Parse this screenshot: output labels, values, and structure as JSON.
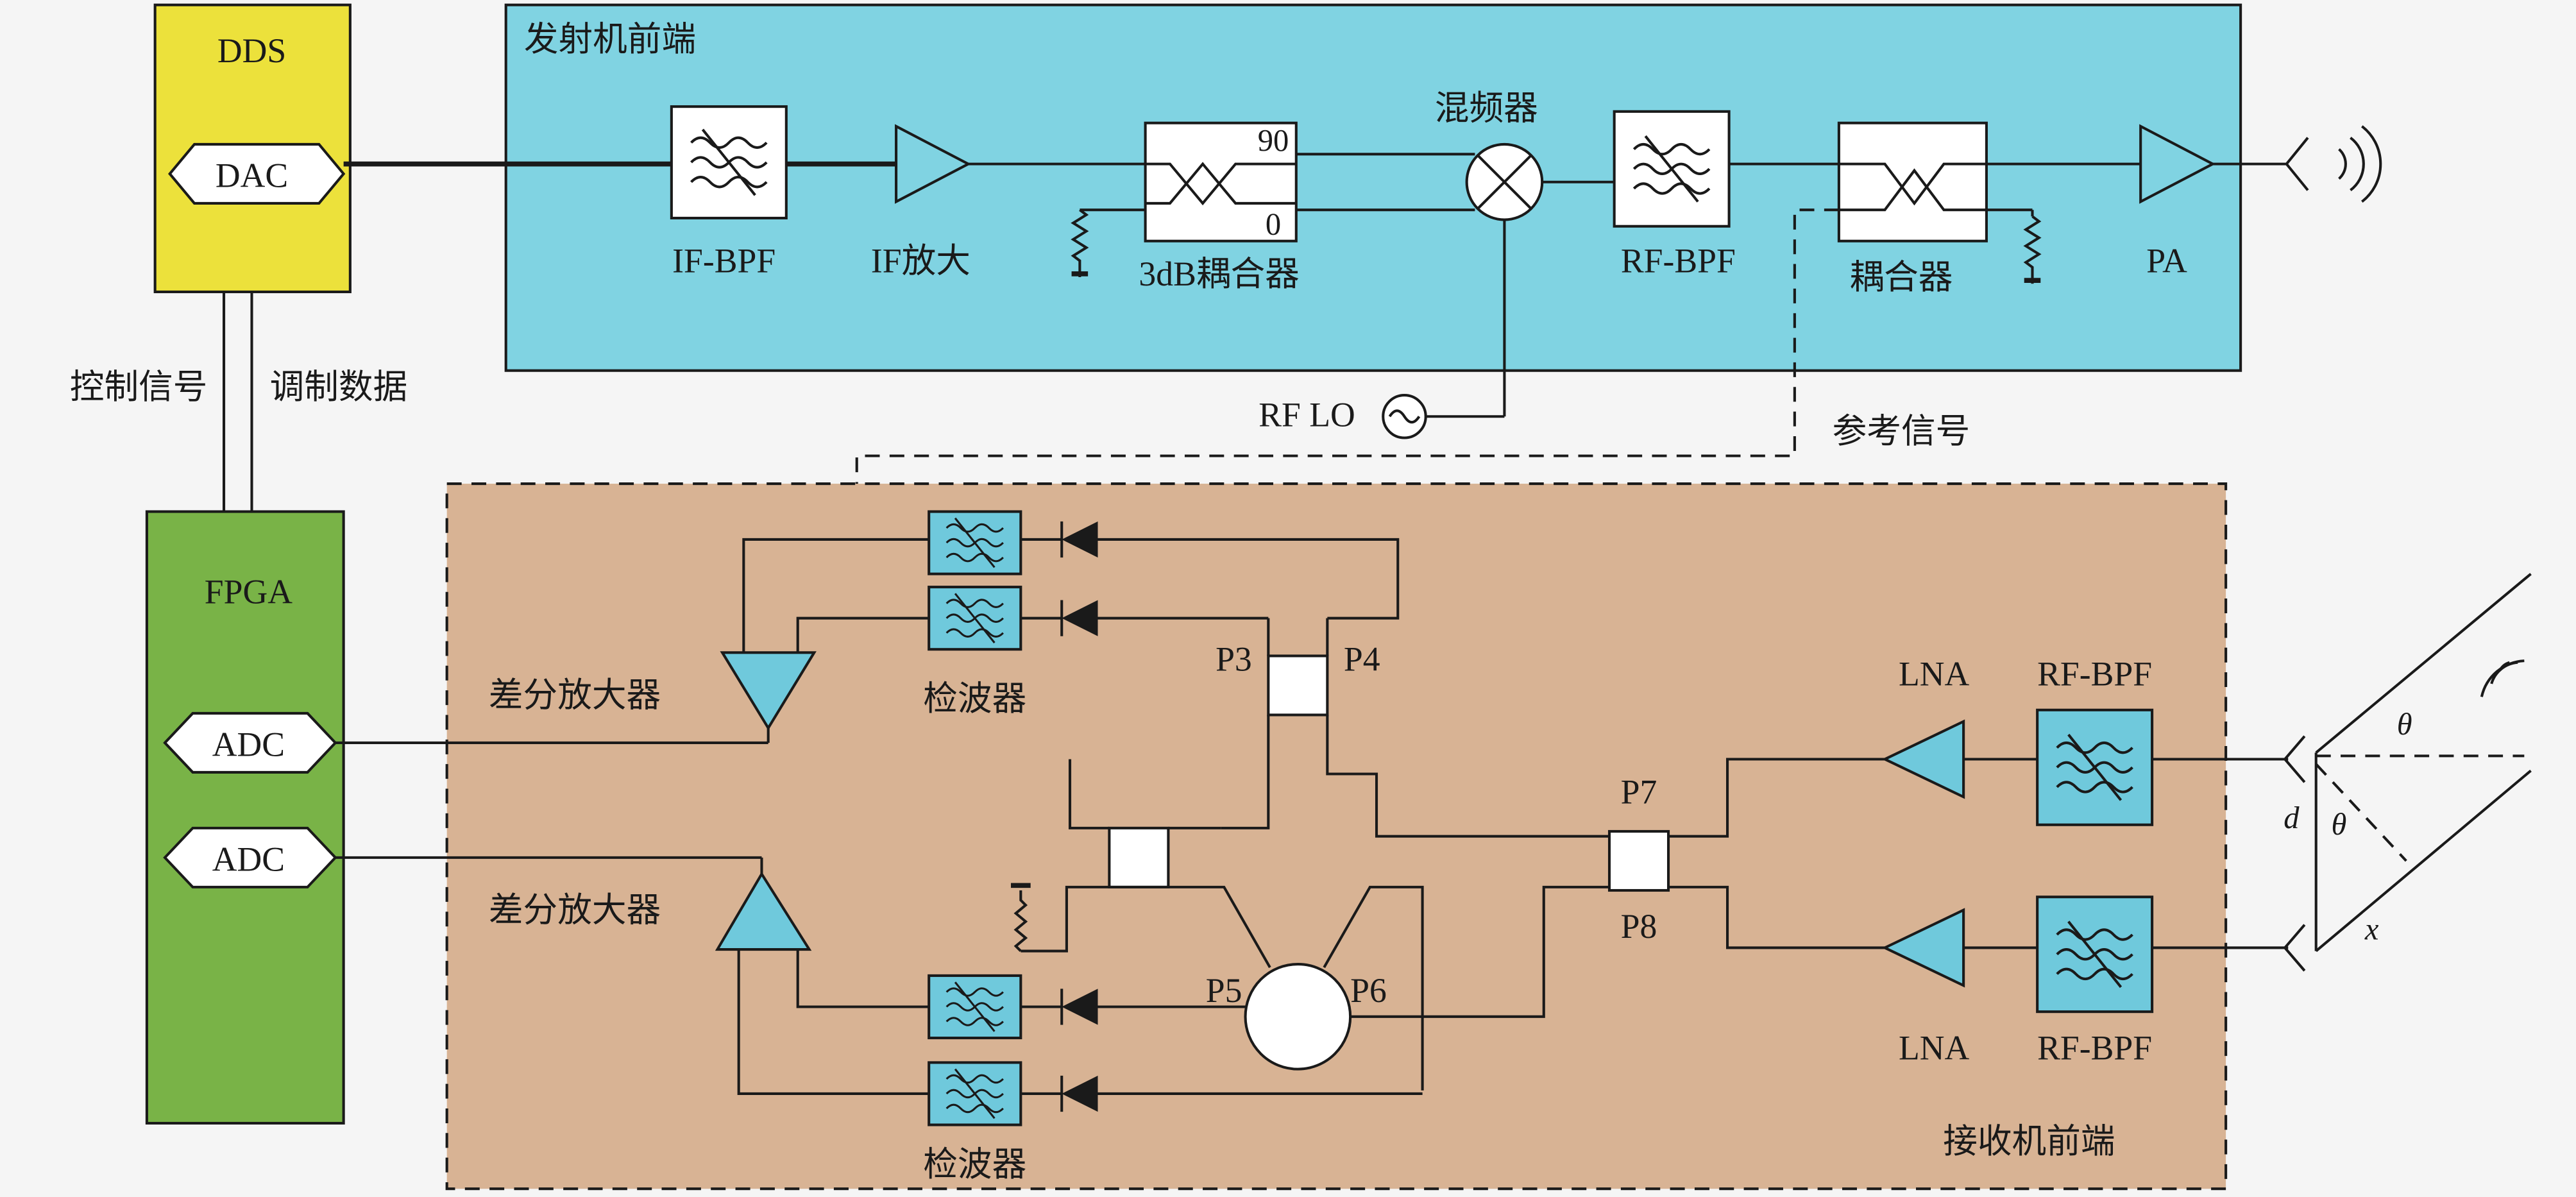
{
  "colors": {
    "background": "#f5f5f5",
    "dds": "#ece13b",
    "fpga": "#79b347",
    "transmitter": "#80d3e2",
    "receiver": "#d8b394",
    "filter": "#6fc9dc",
    "amplifier": "#6fc9dc",
    "white": "#ffffff"
  },
  "blocks": {
    "dds": "DDS",
    "dac": "DAC",
    "fpga": "FPGA",
    "adc1": "ADC",
    "adc2": "ADC",
    "transmitter_title": "发射机前端",
    "receiver_title": "接收机前端"
  },
  "transmitter": {
    "if_bpf": "IF-BPF",
    "if_amp": "IF放大",
    "coupler_3db": "3dB耦合器",
    "port_90": "90",
    "port_0": "0",
    "mixer": "混频器",
    "rf_bpf": "RF-BPF",
    "coupler": "耦合器",
    "pa": "PA"
  },
  "links": {
    "control_signal": "控制信号",
    "modulation_data": "调制数据",
    "rf_lo": "RF LO",
    "reference_signal": "参考信号"
  },
  "receiver": {
    "diff_amp_1": "差分放大器",
    "diff_amp_2": "差分放大器",
    "detector_1": "检波器",
    "detector_2": "检波器",
    "p3": "P3",
    "p4": "P4",
    "p5": "P5",
    "p6": "P6",
    "p7": "P7",
    "p8": "P8",
    "lna_1": "LNA",
    "lna_2": "LNA",
    "rf_bpf_1": "RF-BPF",
    "rf_bpf_2": "RF-BPF"
  },
  "geometry_labels": {
    "theta_1": "θ",
    "theta_2": "θ",
    "d": "d",
    "x": "x"
  },
  "icons": [
    "bandpass-filter-icon",
    "amplifier-triangle-icon",
    "mixer-icon",
    "coupler-icon",
    "resistor-ground-icon",
    "antenna-icon",
    "radio-wave-icon",
    "oscillator-icon",
    "diode-icon",
    "hybrid-junction-icon"
  ]
}
